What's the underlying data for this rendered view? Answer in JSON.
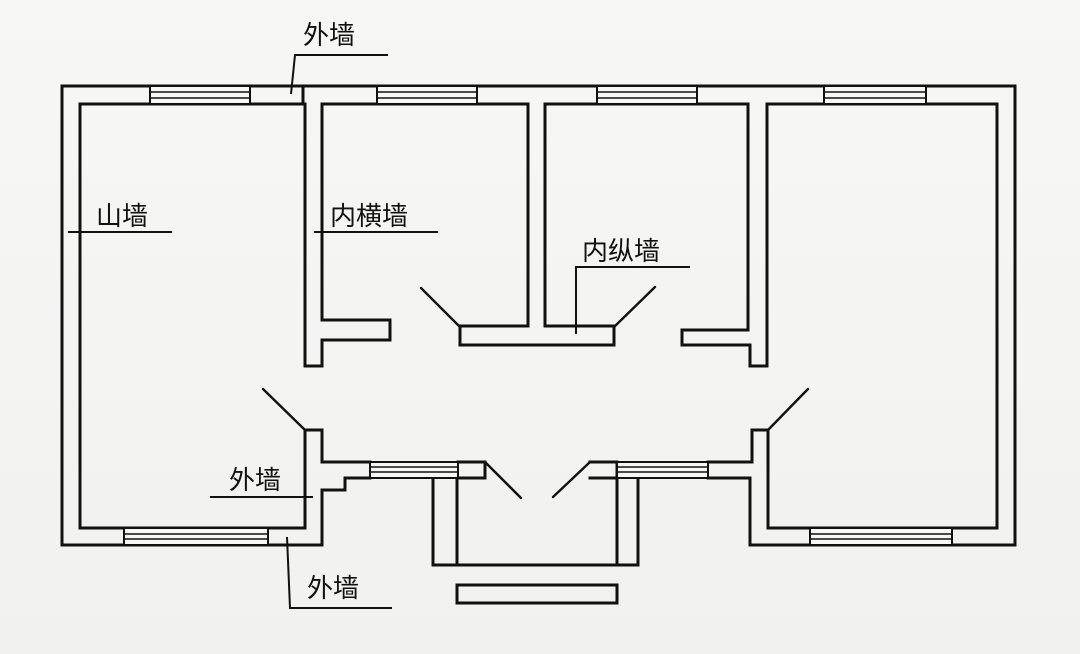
{
  "labels": {
    "outer_wall_top": "外墙",
    "gable_wall": "山墙",
    "inner_cross_wall": "内横墙",
    "inner_longitudinal_wall": "内纵墙",
    "outer_wall_mid": "外墙",
    "outer_wall_bottom": "外墙"
  }
}
